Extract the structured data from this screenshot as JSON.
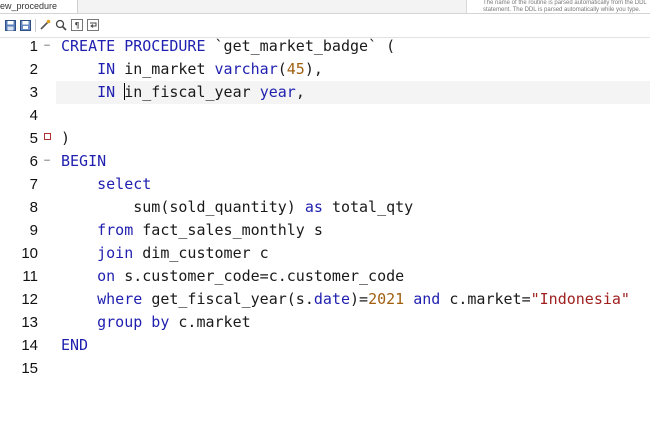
{
  "tab": {
    "title": "ew_procedure"
  },
  "hint": {
    "line1": "The name of the routine is parsed automatically from the DDL",
    "line2": "statement. The DDL is parsed automatically while you type."
  },
  "toolbar": {
    "icons": [
      "save-icon",
      "save-all-icon",
      "beautify-icon",
      "find-icon",
      "toggle-invisible-icon",
      "wrap-icon"
    ]
  },
  "editor": {
    "lines": [
      {
        "num": "1",
        "fold": "−",
        "segments": [
          [
            "kw",
            "CREATE PROCEDURE "
          ],
          [
            "t",
            "`get_market_badge` ("
          ]
        ]
      },
      {
        "num": "2",
        "fold": "",
        "segments": [
          [
            "t",
            "    "
          ],
          [
            "kw",
            "IN "
          ],
          [
            "t",
            "in_market "
          ],
          [
            "kw",
            "varchar"
          ],
          [
            "t",
            "("
          ],
          [
            "num",
            "45"
          ],
          [
            "t",
            "),"
          ]
        ]
      },
      {
        "num": "3",
        "fold": "",
        "active": true,
        "segments": [
          [
            "t",
            "    "
          ],
          [
            "kw",
            "IN "
          ],
          [
            "cursor",
            ""
          ],
          [
            "t",
            "in_fiscal_year "
          ],
          [
            "kw",
            "year"
          ],
          [
            "t",
            ","
          ]
        ]
      },
      {
        "num": "4",
        "fold": "",
        "segments": []
      },
      {
        "num": "5",
        "fold": "box",
        "segments": [
          [
            "t",
            ")"
          ]
        ]
      },
      {
        "num": "6",
        "fold": "−",
        "segments": [
          [
            "kw",
            "BEGIN"
          ]
        ]
      },
      {
        "num": "7",
        "fold": "",
        "segments": [
          [
            "t",
            "    "
          ],
          [
            "kw",
            "select"
          ]
        ]
      },
      {
        "num": "8",
        "fold": "",
        "segments": [
          [
            "t",
            "        sum(sold_quantity) "
          ],
          [
            "kw",
            "as "
          ],
          [
            "t",
            "total_qty"
          ]
        ]
      },
      {
        "num": "9",
        "fold": "",
        "segments": [
          [
            "t",
            "    "
          ],
          [
            "kw",
            "from "
          ],
          [
            "t",
            "fact_sales_monthly s"
          ]
        ]
      },
      {
        "num": "10",
        "fold": "",
        "segments": [
          [
            "t",
            "    "
          ],
          [
            "kw",
            "join "
          ],
          [
            "t",
            "dim_customer c"
          ]
        ]
      },
      {
        "num": "11",
        "fold": "",
        "segments": [
          [
            "t",
            "    "
          ],
          [
            "kw",
            "on "
          ],
          [
            "t",
            "s.customer_code=c.customer_code"
          ]
        ]
      },
      {
        "num": "12",
        "fold": "",
        "segments": [
          [
            "t",
            "    "
          ],
          [
            "kw",
            "where "
          ],
          [
            "t",
            "get_fiscal_year(s."
          ],
          [
            "kw",
            "date"
          ],
          [
            "t",
            ")="
          ],
          [
            "num",
            "2021"
          ],
          [
            "t",
            " "
          ],
          [
            "kw",
            "and "
          ],
          [
            "t",
            "c.market="
          ],
          [
            "str",
            "\"Indonesia\""
          ]
        ]
      },
      {
        "num": "13",
        "fold": "",
        "segments": [
          [
            "t",
            "    "
          ],
          [
            "kw",
            "group by "
          ],
          [
            "t",
            "c.market"
          ]
        ]
      },
      {
        "num": "14",
        "fold": "",
        "segments": [
          [
            "kw",
            "END"
          ]
        ]
      },
      {
        "num": "15",
        "fold": "",
        "segments": []
      }
    ]
  }
}
